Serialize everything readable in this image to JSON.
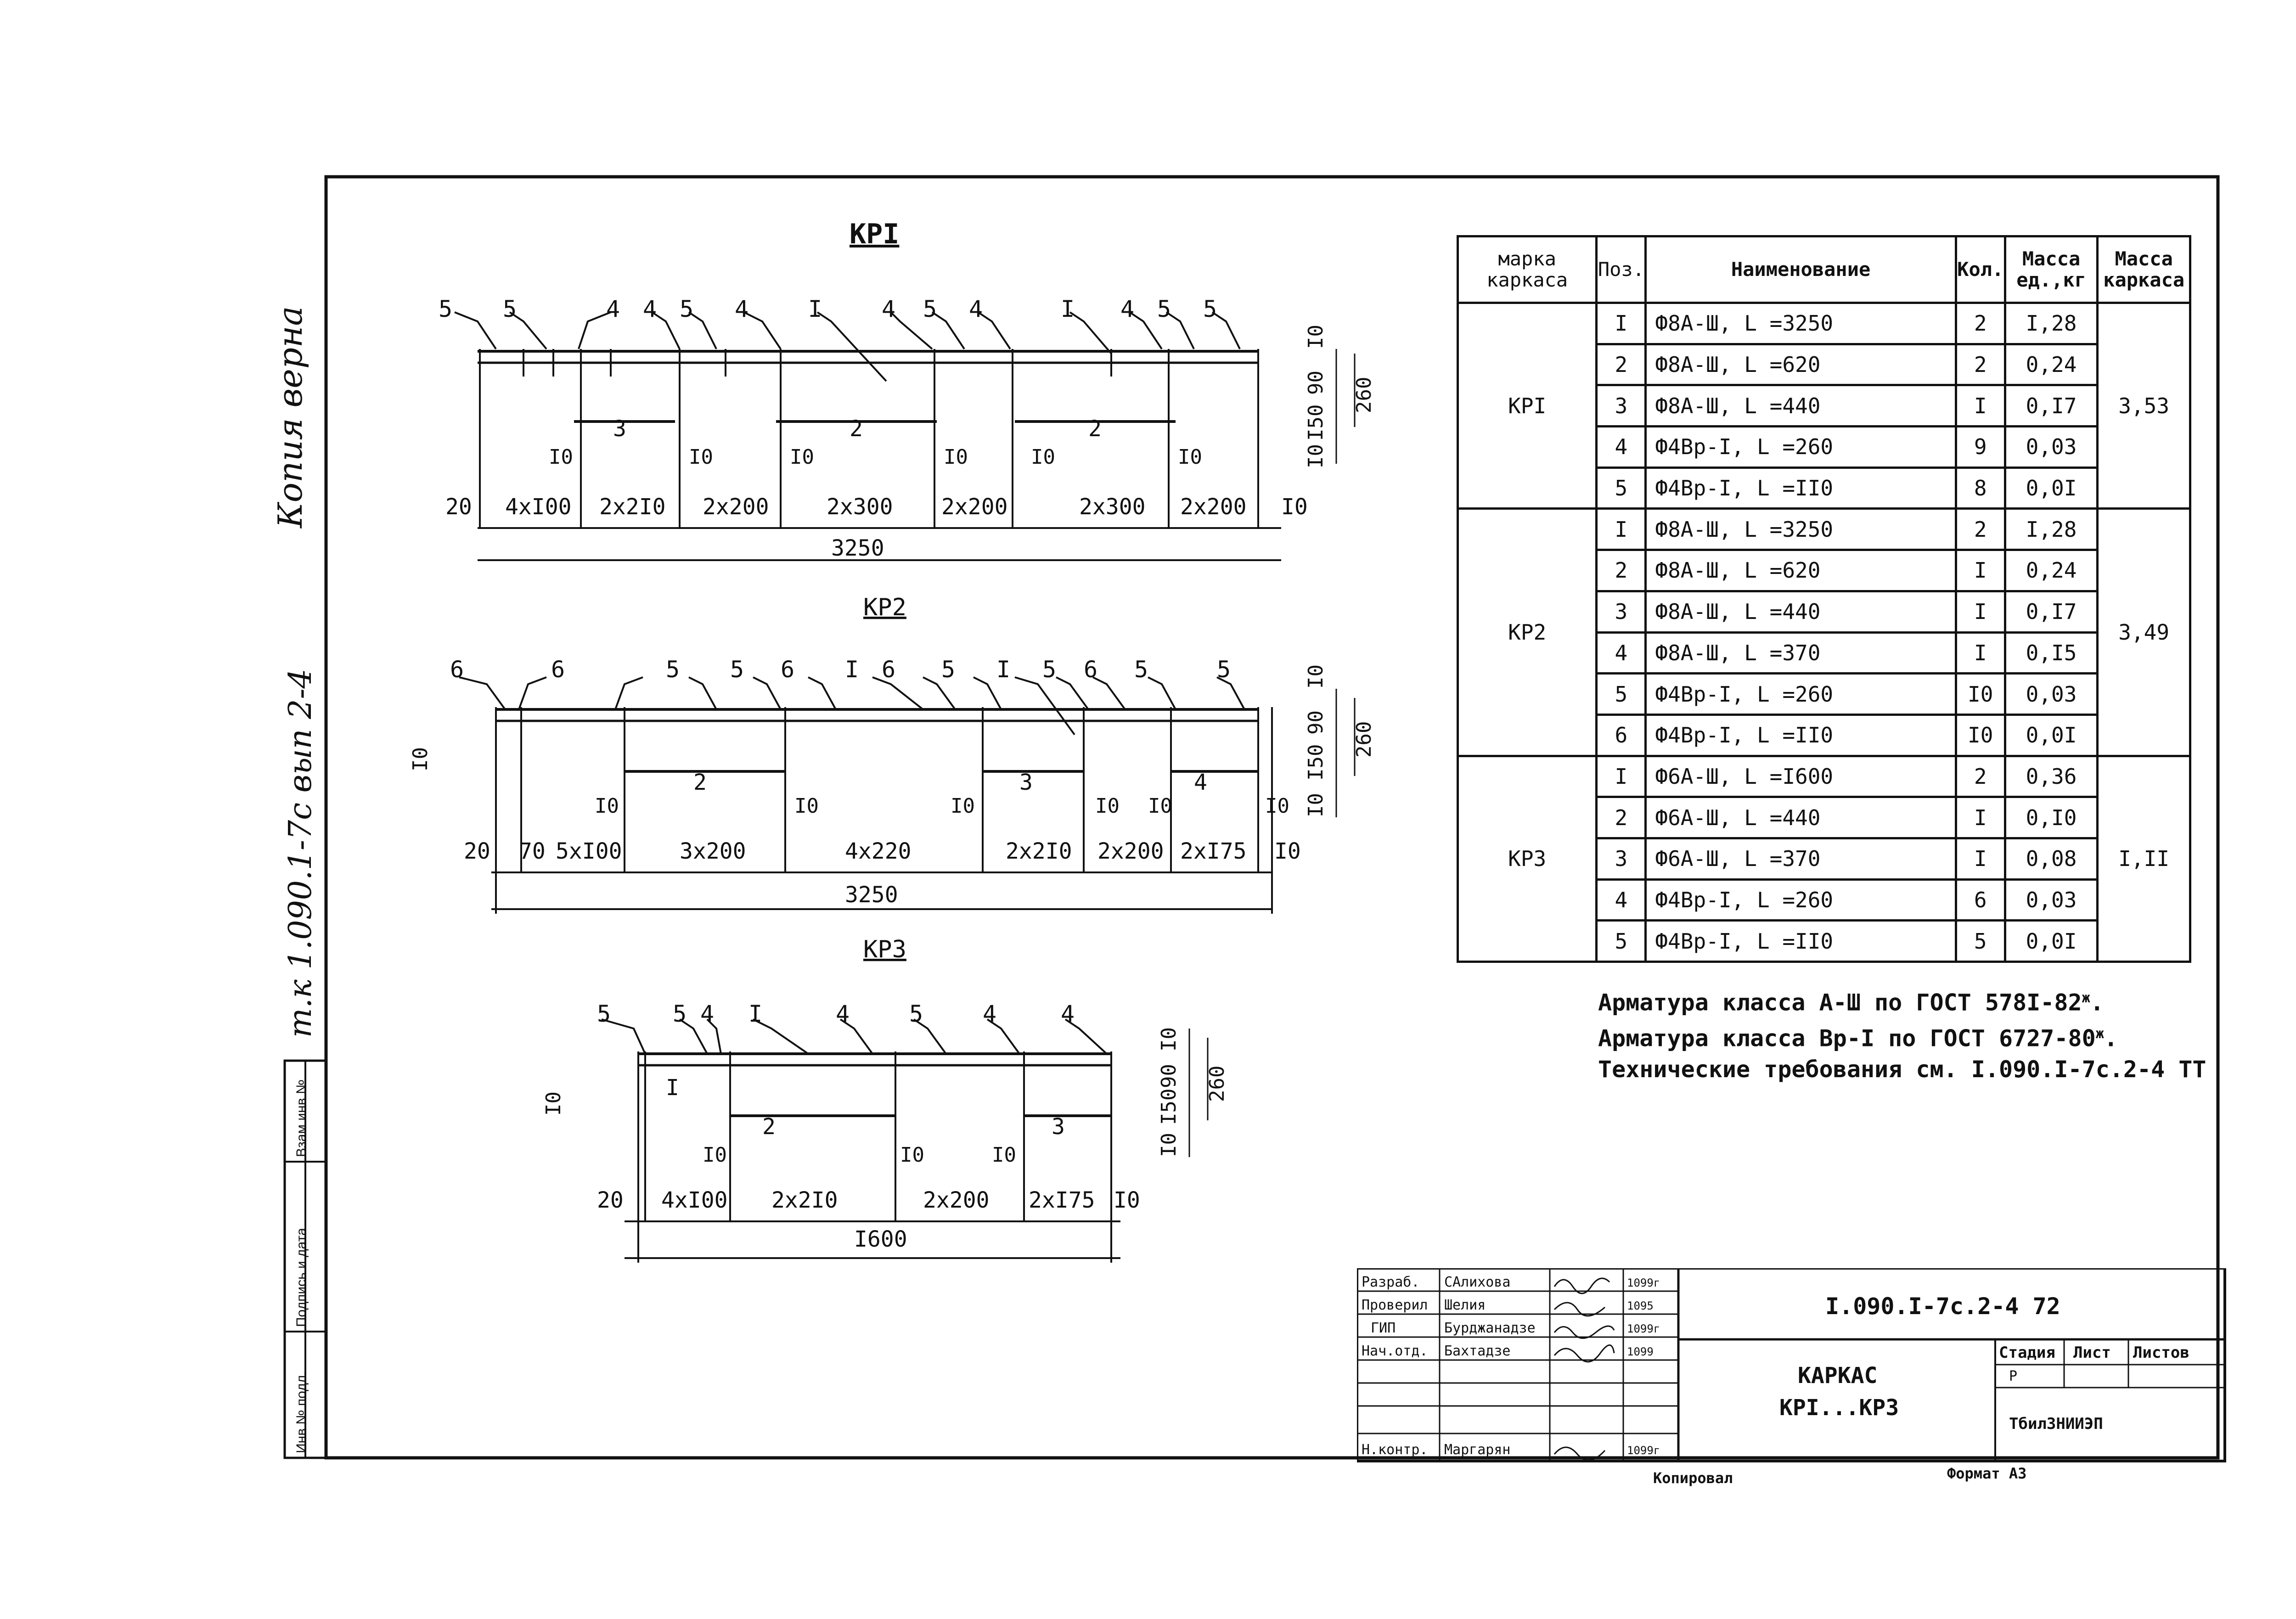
{
  "margin_notes": {
    "copy_note": "Копия верна",
    "series_note": "т.к 1.090.1-7с вып 2-4"
  },
  "side_stamp": [
    "Инв № подл.",
    "Подпись и дата",
    "Взам инв №"
  ],
  "drawings": {
    "kp1": {
      "title": "КРI",
      "top_labels": [
        "5",
        "5",
        "4",
        "4",
        "5",
        "4",
        "I",
        "4",
        "5",
        "4",
        "I",
        "4",
        "5",
        "5"
      ],
      "bar_labels": [
        "3",
        "2",
        "2"
      ],
      "dims": [
        "20",
        "4xI00",
        "2x2I0",
        "2x200",
        "2x300",
        "2x200",
        "2x300",
        "2x200",
        "I0"
      ],
      "small_dims": [
        "I0",
        "I0",
        "I0",
        "I0",
        "I0",
        "I0"
      ],
      "total": "3250",
      "vdims": [
        "I0",
        "90",
        "I50",
        "260",
        "I0"
      ]
    },
    "kp2": {
      "title": "КР2",
      "top_labels": [
        "6",
        "6",
        "5",
        "5",
        "6",
        "I",
        "6",
        "5",
        "I",
        "5",
        "6",
        "5",
        "5"
      ],
      "bar_labels": [
        "2",
        "3",
        "4"
      ],
      "dims": [
        "20",
        "70",
        "5xI00",
        "3x200",
        "4x220",
        "2x2I0",
        "2x200",
        "2xI75",
        "I0"
      ],
      "small_dims": [
        "I0",
        "I0",
        "I0",
        "I0",
        "I0",
        "I0",
        "I0"
      ],
      "total": "3250",
      "vdims": [
        "I0",
        "90",
        "I50",
        "260",
        "I0",
        "I0"
      ]
    },
    "kp3": {
      "title": "КР3",
      "top_labels": [
        "5",
        "5",
        "4",
        "I",
        "4",
        "5",
        "4",
        "4"
      ],
      "bar_labels": [
        "I",
        "2",
        "3"
      ],
      "dims": [
        "20",
        "4xI00",
        "2x2I0",
        "2x200",
        "2xI75",
        "I0"
      ],
      "small_dims": [
        "I0",
        "I0",
        "I0",
        "I0"
      ],
      "total": "I600",
      "vdims": [
        "I0",
        "90",
        "I50",
        "260",
        "I0",
        "I0"
      ]
    }
  },
  "spec_table": {
    "headers": [
      "марка каркаса",
      "Поз.",
      "Наименование",
      "Кол.",
      "Масса ед.,кг",
      "Масса каркаса"
    ],
    "groups": [
      {
        "mark": "КРI",
        "mass": "3,53",
        "rows": [
          {
            "pos": "I",
            "name": "Ф8А-Ш, L =3250",
            "qty": "2",
            "unit": "I,28"
          },
          {
            "pos": "2",
            "name": "Ф8А-Ш, L =620",
            "qty": "2",
            "unit": "0,24"
          },
          {
            "pos": "3",
            "name": "Ф8А-Ш, L =440",
            "qty": "I",
            "unit": "0,I7"
          },
          {
            "pos": "4",
            "name": "Ф4Вр-I, L =260",
            "qty": "9",
            "unit": "0,03"
          },
          {
            "pos": "5",
            "name": "Ф4Вр-I, L =II0",
            "qty": "8",
            "unit": "0,0I"
          }
        ]
      },
      {
        "mark": "КР2",
        "mass": "3,49",
        "rows": [
          {
            "pos": "I",
            "name": "Ф8А-Ш, L =3250",
            "qty": "2",
            "unit": "I,28"
          },
          {
            "pos": "2",
            "name": "Ф8А-Ш, L =620",
            "qty": "I",
            "unit": "0,24"
          },
          {
            "pos": "3",
            "name": "Ф8А-Ш, L =440",
            "qty": "I",
            "unit": "0,I7"
          },
          {
            "pos": "4",
            "name": "Ф8А-Ш, L =370",
            "qty": "I",
            "unit": "0,I5"
          },
          {
            "pos": "5",
            "name": "Ф4Вр-I, L =260",
            "qty": "I0",
            "unit": "0,03"
          },
          {
            "pos": "6",
            "name": "Ф4Вр-I, L =II0",
            "qty": "I0",
            "unit": "0,0I"
          }
        ]
      },
      {
        "mark": "КР3",
        "mass": "I,II",
        "rows": [
          {
            "pos": "I",
            "name": "Ф6А-Ш, L =I600",
            "qty": "2",
            "unit": "0,36"
          },
          {
            "pos": "2",
            "name": "Ф6А-Ш, L =440",
            "qty": "I",
            "unit": "0,I0"
          },
          {
            "pos": "3",
            "name": "Ф6А-Ш, L =370",
            "qty": "I",
            "unit": "0,08"
          },
          {
            "pos": "4",
            "name": "Ф4Вр-I, L =260",
            "qty": "6",
            "unit": "0,03"
          },
          {
            "pos": "5",
            "name": "Ф4Вр-I, L =II0",
            "qty": "5",
            "unit": "0,0I"
          }
        ]
      }
    ]
  },
  "notes": {
    "line1": "Арматура класса А-Ш по ГОСТ 578I-82",
    "line1_sup": "ж",
    "line2": "Арматура класса Вр-I по ГОСТ 6727-80",
    "line2_sup": "ж",
    "line3": "Технические требования см. I.090.I-7с.2-4 ТТ"
  },
  "title_block": {
    "doc_code": "I.090.I-7с.2-4 72",
    "title_line1": "КАРКАС",
    "title_line2": "КРI...КР3",
    "stage_label": "Стадия",
    "sheet_label": "Лист",
    "sheets_label": "Листов",
    "stage_value": "Р",
    "org": "ТбилЗНИИЭП",
    "signers": [
      {
        "role": "Разраб.",
        "name": "САлихова",
        "date": "1099г"
      },
      {
        "role": "Проверил",
        "name": "Шелия",
        "date": "1095"
      },
      {
        "role": "ГИП",
        "name": "Бурджанадзе",
        "date": "1099г"
      },
      {
        "role": "Нач.отд.",
        "name": "Бахтадзе",
        "date": "1099"
      },
      {
        "role": "Н.контр.",
        "name": "Маргарян",
        "date": "1099г"
      }
    ]
  },
  "footer": {
    "copied": "Копировал",
    "format": "Формат А3"
  }
}
